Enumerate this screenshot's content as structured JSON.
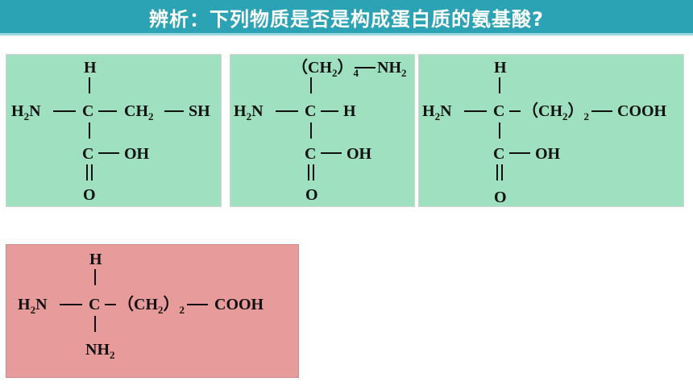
{
  "header": {
    "title": "辨析：下列物质是否是构成蛋白质的氨基酸?"
  },
  "colors": {
    "header_bg": "#2ba3b5",
    "panel_green": "#9ee0bf",
    "panel_red": "#e79b9b"
  },
  "structures": [
    {
      "top": "H",
      "left_group": "H",
      "left_sub": "2",
      "left_rest": "N",
      "center": "C",
      "right_main": "CH",
      "right_sub": "2",
      "right_end": "SH",
      "bottom_c": "C",
      "oh": "OH",
      "o": "O"
    },
    {
      "top_paren": "（CH",
      "top_paren_sub": "2",
      "top_paren_close": "）",
      "top_paren_n": "4",
      "top_nh": "NH",
      "top_nh_sub": "2",
      "left_group": "H",
      "left_sub": "2",
      "left_rest": "N",
      "center": "C",
      "right": "H",
      "bottom_c": "C",
      "oh": "OH",
      "o": "O"
    },
    {
      "top": "H",
      "left_group": "H",
      "left_sub": "2",
      "left_rest": "N",
      "center": "C",
      "chain": "（CH",
      "chain_sub": "2",
      "chain_close": "）",
      "chain_n": "2",
      "cooh": "COOH",
      "bottom_c": "C",
      "oh": "OH",
      "o": "O"
    },
    {
      "top": "H",
      "left_group": "H",
      "left_sub": "2",
      "left_rest": "N",
      "center": "C",
      "chain": "（CH",
      "chain_sub": "2",
      "chain_close": "）",
      "chain_n": "2",
      "cooh": "COOH",
      "bottom_nh": "NH",
      "bottom_nh_sub": "2"
    }
  ]
}
